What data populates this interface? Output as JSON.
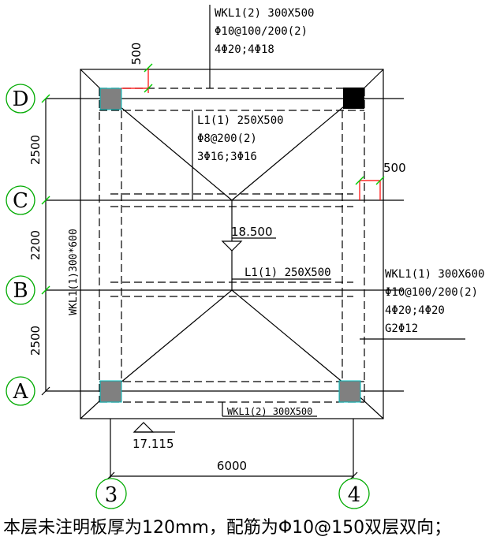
{
  "axes": {
    "rows": [
      {
        "label": "D"
      },
      {
        "label": "C"
      },
      {
        "label": "B"
      },
      {
        "label": "A"
      }
    ],
    "cols": [
      {
        "label": "3"
      },
      {
        "label": "4"
      }
    ]
  },
  "dims": {
    "d_c": "2500",
    "c_b": "2200",
    "b_a": "2500",
    "span": "6000",
    "offset_top": "500",
    "offset_right": "500"
  },
  "beams": {
    "wkl_top": {
      "l1": "WKL1(2) 300X500",
      "l2": "Φ10@100/200(2)",
      "l3": "4Φ20;4Φ18"
    },
    "l1_c": {
      "l1": "L1(1) 250X500",
      "l2": "Φ8@200(2)",
      "l3": "3Φ16;3Φ16"
    },
    "l1_b": {
      "l1": "L1(1) 250X500"
    },
    "wkl_right": {
      "l1": "WKL1(1) 300X600",
      "l2": "Φ10@100/200(2)",
      "l3": "4Φ20;4Φ20",
      "l4": "G2Φ12"
    },
    "wkl_bottom": {
      "l1": "WKL1(2) 300X500"
    },
    "wkl_left": {
      "l1": "WKL1(1)300*600"
    }
  },
  "elevations": {
    "roof": "18.500",
    "eave": "17.115"
  },
  "note": "本层未注明板厚为120mm，配筋为Φ10@150双层双向；"
}
